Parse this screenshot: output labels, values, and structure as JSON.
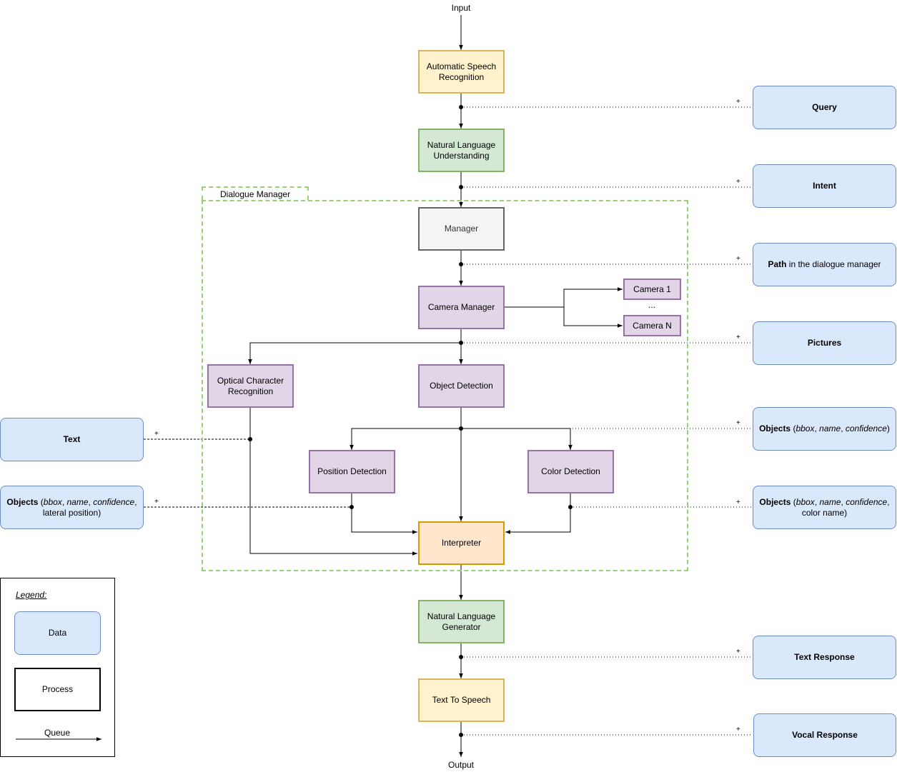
{
  "io": {
    "input": "Input",
    "output": "Output"
  },
  "dialogue_manager": {
    "title": "Dialogue Manager"
  },
  "processes": {
    "asr": "Automatic Speech Recognition",
    "nlu": "Natural Language Understanding",
    "manager": "Manager",
    "camera_manager": "Camera Manager",
    "camera_1": "Camera 1",
    "camera_ellipsis": "...",
    "camera_n": "Camera N",
    "ocr": "Optical Character Recognition",
    "object_detection": "Object Detection",
    "position_detection": "Position Detection",
    "color_detection": "Color Detection",
    "interpreter": "Interpreter",
    "nlg": "Natural Language Generator",
    "tts": "Text To Speech"
  },
  "data_items": {
    "query": "Query",
    "intent": "Intent",
    "path_bold": "Path",
    "path_rest": " in the dialogue manager",
    "pictures": "Pictures",
    "text": "Text",
    "objects_bold": "Objects",
    "objects_paren_open": " (",
    "bbox": "bbox",
    "comma": ", ",
    "name": "name",
    "confidence": "confidence",
    "paren_close": ")",
    "lateral_tail": ",",
    "lateral_position": "lateral position)",
    "color_tail": ",",
    "color_name": "color name)",
    "text_response": "Text Response",
    "vocal_response": "Vocal Response"
  },
  "connector_mark": "+",
  "legend": {
    "title": "Legend:",
    "data": "Data",
    "process": "Process",
    "queue": "Queue"
  },
  "colors": {
    "data_fill": "#dae8fc",
    "data_border": "#6c8ebf",
    "speech_fill": "#fff2cc",
    "speech_border": "#d6b656",
    "language_fill": "#d5e8d4",
    "language_border": "#82b366",
    "manager_fill": "#f5f5f5",
    "manager_border": "#666666",
    "vision_fill": "#e1d5e7",
    "vision_border": "#9673a6",
    "interpreter_fill": "#ffe6cc",
    "interpreter_border": "#d79b00",
    "dialogue_manager_border": "#97d077"
  }
}
